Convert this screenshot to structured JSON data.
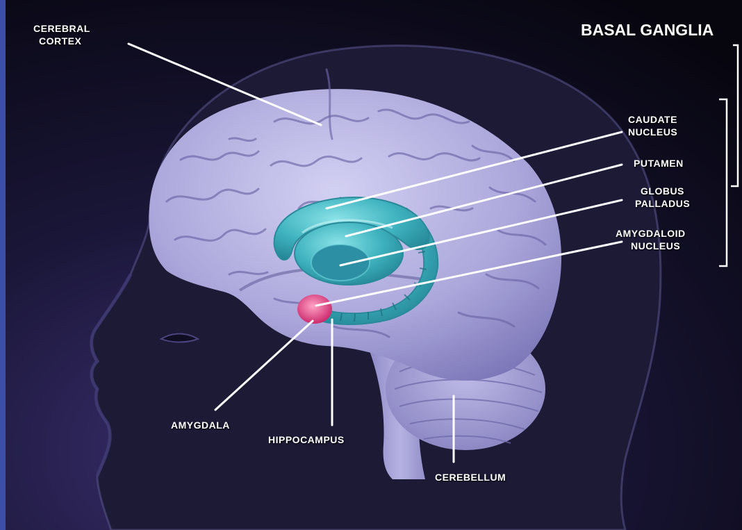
{
  "labels": {
    "cerebral_cortex": [
      "CEREBRAL",
      "CORTEX"
    ],
    "basal_ganglia": "BASAL GANGLIA",
    "caudate_nucleus": [
      "CAUDATE",
      "NUCLEUS"
    ],
    "putamen": "PUTAMEN",
    "globus_palladus": [
      "GLOBUS",
      "PALLADUS"
    ],
    "amygdaloid_nucleus": [
      "AMYGDALOID",
      "NUCLEUS"
    ],
    "amygdala": "AMYGDALA",
    "hippocampus": "HIPPOCAMPUS",
    "cerebellum": "CEREBELLUM"
  },
  "colors": {
    "background": "#0b0a1c",
    "head_silhouette": "#1d1a36",
    "brain": "#a9a6d9",
    "basal_ganglia": "#3fb3bf",
    "amygdala": "#e0407e",
    "label_text": "#ffffff"
  }
}
